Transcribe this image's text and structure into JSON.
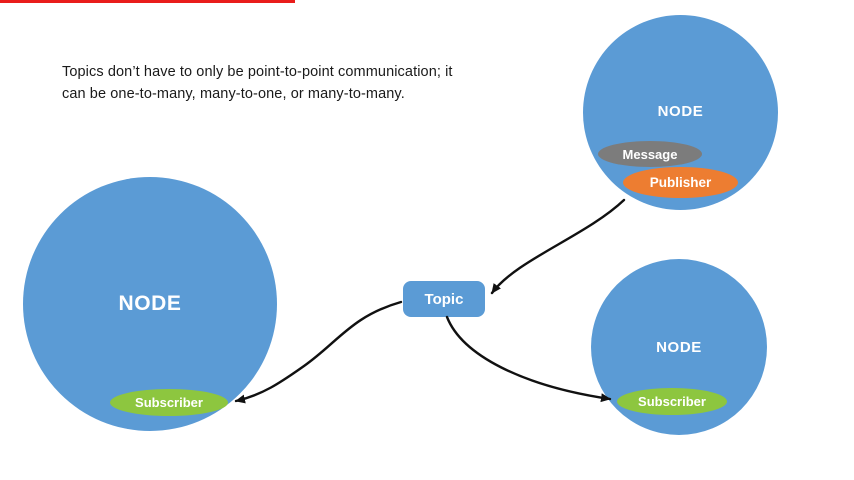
{
  "caption": {
    "line1": "Topics don’t have to only be point-to-point communication; it",
    "line2": "can be one-to-many, many-to-one, or many-to-many."
  },
  "topic": {
    "label": "Topic"
  },
  "nodes": {
    "left": {
      "label": "NODE",
      "subscriber_label": "Subscriber"
    },
    "top_right": {
      "label": "NODE",
      "message_label": "Message",
      "publisher_label": "Publisher"
    },
    "bottom_right": {
      "label": "NODE",
      "subscriber_label": "Subscriber"
    }
  },
  "colors": {
    "node-blue": "#5B9BD5",
    "green": "#8DC63F",
    "orange": "#ED7D31",
    "gray": "#7C7C7C",
    "arrow": "#111111",
    "progress-red": "#E91D1B",
    "text": "#1A1A1A",
    "background": "#FFFFFF"
  }
}
